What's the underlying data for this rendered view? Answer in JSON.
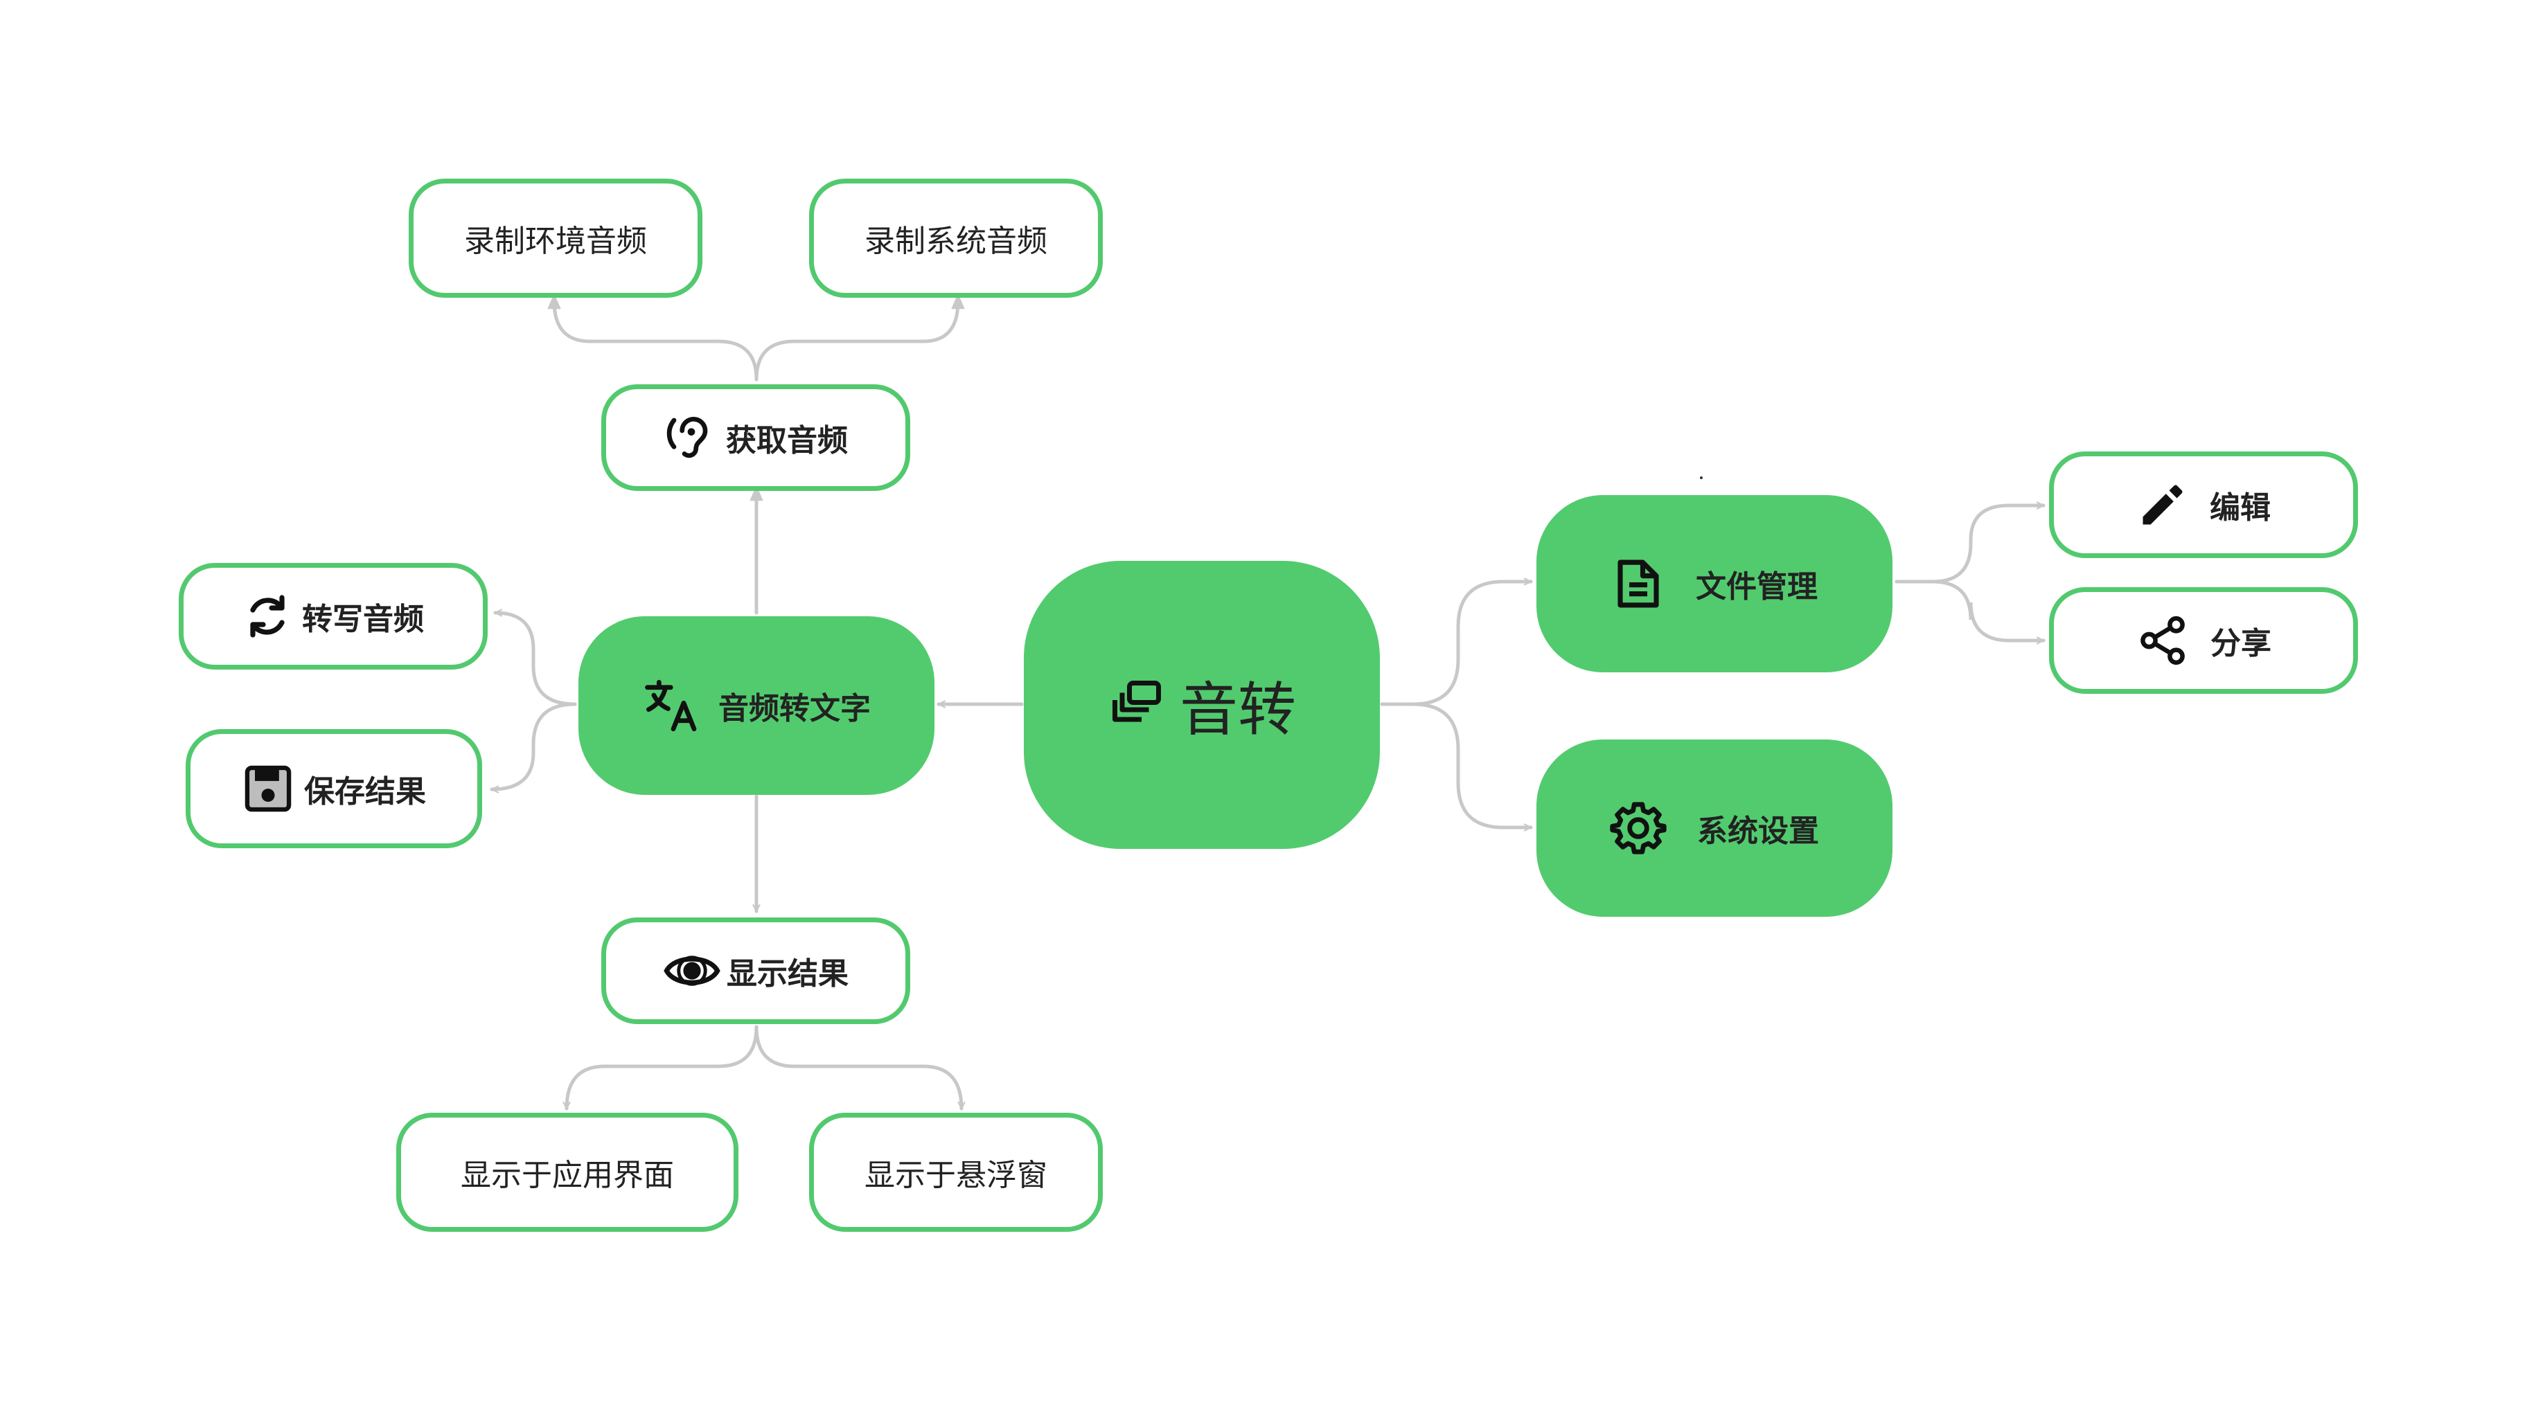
{
  "diagram": {
    "root": {
      "label": "音转",
      "icon": "layers-icon"
    },
    "nodes": {
      "acquire_audio": {
        "label": "获取音频",
        "icon": "ear-icon"
      },
      "record_ambient": {
        "label": "录制环境音频"
      },
      "record_system": {
        "label": "录制系统音频"
      },
      "audio_to_text": {
        "label": "音频转文字",
        "icon": "translate-icon"
      },
      "transcribe_audio": {
        "label": "转写音频",
        "icon": "refresh-icon"
      },
      "save_result": {
        "label": "保存结果",
        "icon": "floppy-disk-icon"
      },
      "show_result": {
        "label": "显示结果",
        "icon": "eye-icon"
      },
      "show_in_app": {
        "label": "显示于应用界面"
      },
      "show_floating": {
        "label": "显示于悬浮窗"
      },
      "file_management": {
        "label": "文件管理",
        "icon": "document-icon"
      },
      "edit": {
        "label": "编辑",
        "icon": "pencil-icon"
      },
      "share": {
        "label": "分享",
        "icon": "share-icon"
      },
      "system_settings": {
        "label": "系统设置",
        "icon": "gear-icon"
      }
    },
    "colors": {
      "node_fill": "#52cb6e",
      "node_border": "#52c96e",
      "connector": "#c8c8c8",
      "text": "#222222"
    }
  }
}
